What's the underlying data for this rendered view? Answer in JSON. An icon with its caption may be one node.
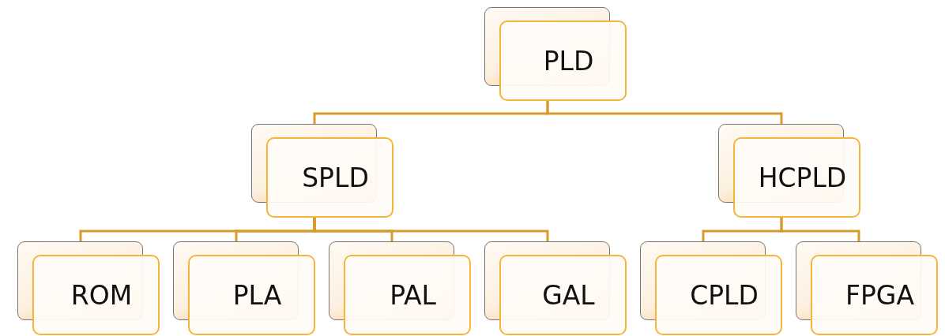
{
  "diagram": {
    "nodes": [
      {
        "text": [
          "PLD"
        ]
      },
      {
        "text": [
          "SPLD"
        ]
      },
      {
        "text": [
          "HCPLD"
        ]
      },
      {
        "text": [
          "ROM"
        ]
      },
      {
        "text": [
          "PLA"
        ]
      },
      {
        "text": [
          "PAL"
        ]
      },
      {
        "text": [
          "GAL"
        ]
      },
      {
        "text": [
          "CPLD"
        ]
      },
      {
        "text": [
          "FPGA"
        ]
      }
    ],
    "edges": [
      {
        "from": 0,
        "to": 1,
        "arrow": "none"
      },
      {
        "from": 0,
        "to": 2,
        "arrow": "none"
      },
      {
        "from": 1,
        "to": 3,
        "arrow": "none"
      },
      {
        "from": 1,
        "to": 4,
        "arrow": "none"
      },
      {
        "from": 1,
        "to": 5,
        "arrow": "none"
      },
      {
        "from": 1,
        "to": 6,
        "arrow": "none"
      },
      {
        "from": 2,
        "to": 7,
        "arrow": "none"
      },
      {
        "from": 2,
        "to": 8,
        "arrow": "none"
      }
    ]
  }
}
